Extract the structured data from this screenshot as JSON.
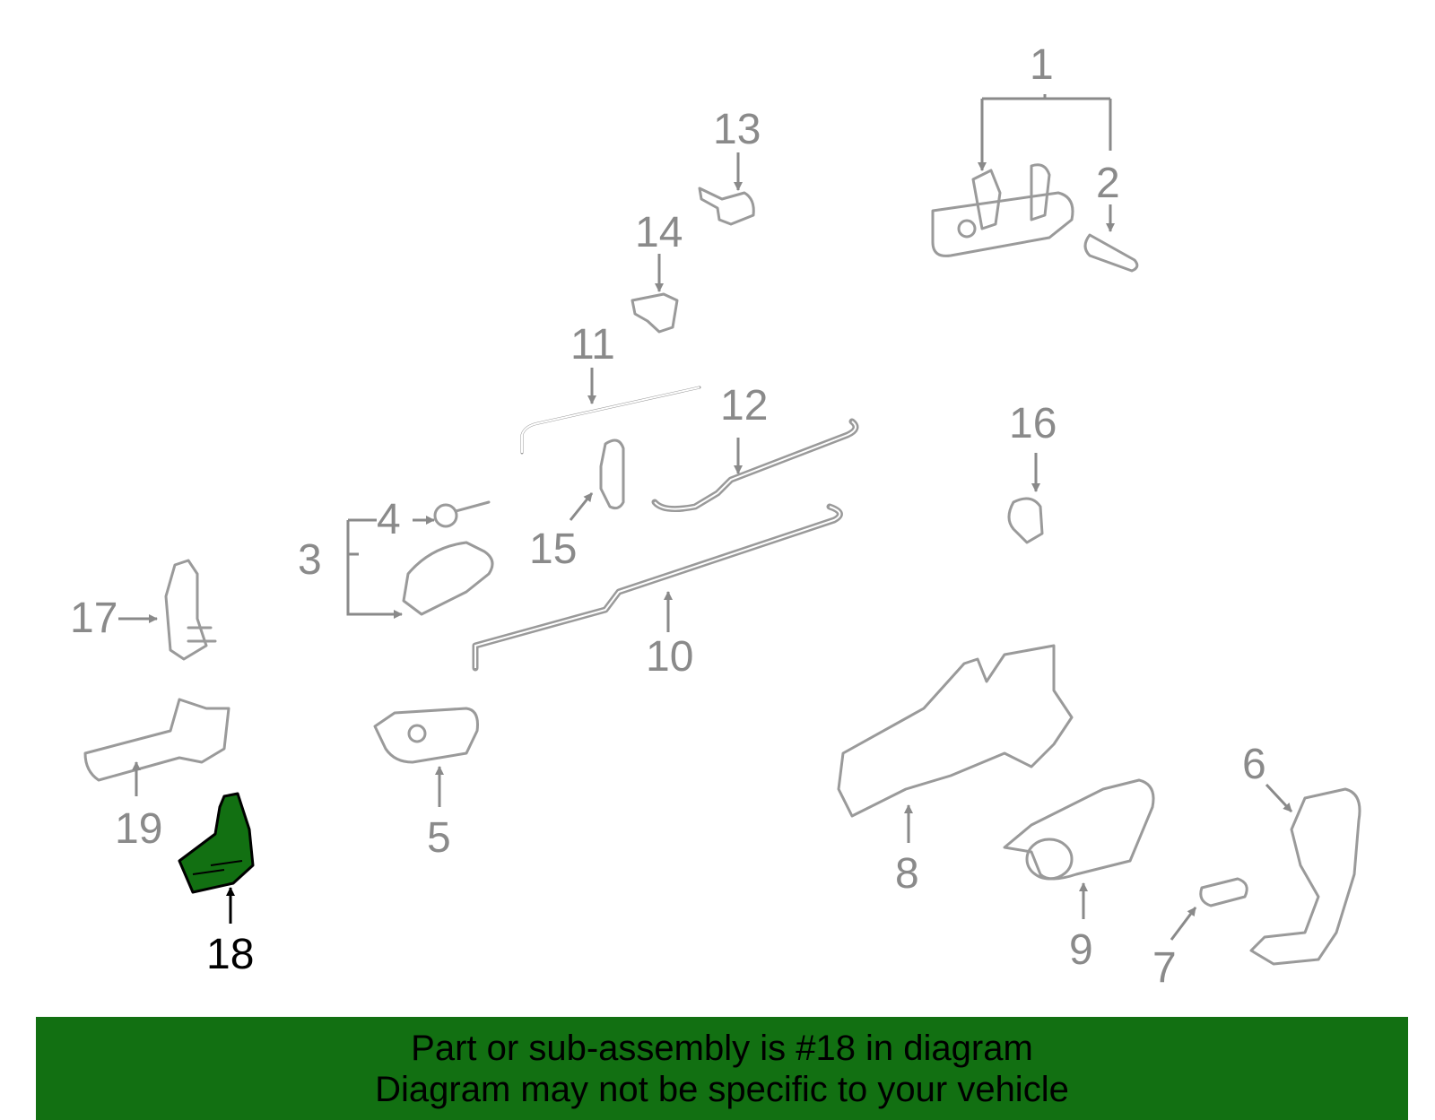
{
  "diagram": {
    "highlight_color": "#127012",
    "highlighted_callout": "18",
    "callouts": [
      "1",
      "2",
      "3",
      "4",
      "5",
      "6",
      "7",
      "8",
      "9",
      "10",
      "11",
      "12",
      "13",
      "14",
      "15",
      "16",
      "17",
      "18",
      "19"
    ]
  },
  "banner": {
    "background": "#127012",
    "line1": "Part or sub-assembly is #18 in diagram",
    "line2": "Diagram may not be specific to your vehicle"
  }
}
